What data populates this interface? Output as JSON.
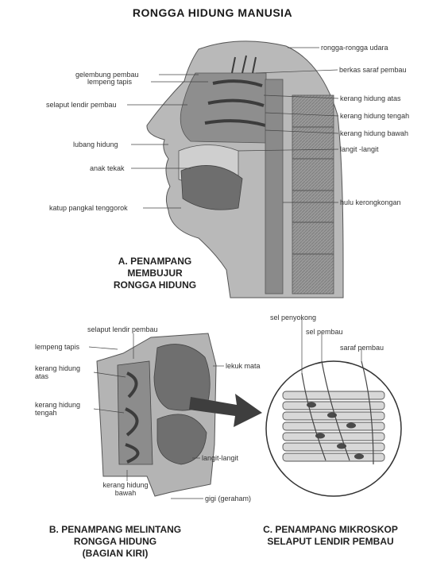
{
  "title": "RONGGA HIDUNG MANUSIA",
  "section_a": {
    "caption": [
      "A. PENAMPANG",
      "MEMBUJUR",
      "RONGGA HIDUNG"
    ],
    "labels_left": [
      "gelembung pembau",
      "lempeng tapis",
      "selaput lendir pembau",
      "lubang hidung",
      "anak tekak",
      "katup pangkal tenggorok"
    ],
    "labels_right": [
      "rongga-rongga udara",
      "berkas saraf pembau",
      "kerang hidung atas",
      "kerang hidung tengah",
      "kerang hidung bawah",
      "langit -langit",
      "hulu kerongkongan"
    ]
  },
  "section_b": {
    "caption": [
      "B. PENAMPANG MELINTANG",
      "RONGGA HIDUNG",
      "(BAGIAN KIRI)"
    ],
    "labels": [
      "selaput lendir pembau",
      "lempeng tapis",
      "kerang hidung atas",
      "kerang hidung tengah",
      "lekuk mata",
      "langit-langit",
      "kerang hidung bawah",
      "gigi (geraham)"
    ]
  },
  "section_c": {
    "caption": [
      "C. PENAMPANG MIKROSKOP",
      "SELAPUT LENDIR PEMBAU"
    ],
    "labels": [
      "sel penyokong",
      "sel pembau",
      "saraf pembau"
    ]
  }
}
